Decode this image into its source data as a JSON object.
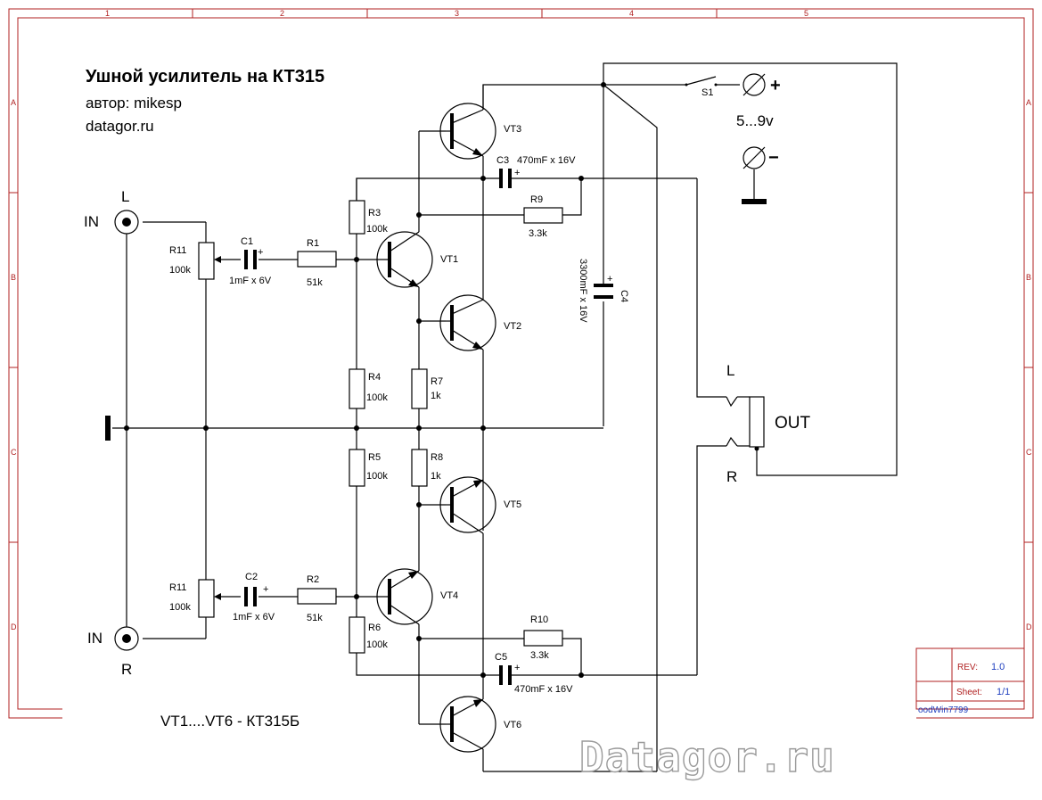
{
  "title": "Ушной усилитель на КТ315",
  "author": "автор: mikesp",
  "site": "datagor.ru",
  "footer_note": "VT1....VT6 -  КТ315Б",
  "watermark": "Datagor.ru",
  "frame": {
    "columns": [
      "1",
      "2",
      "3",
      "4",
      "5"
    ],
    "rows": [
      "A",
      "B",
      "C",
      "D"
    ]
  },
  "title_block": {
    "rev_label": "REV:",
    "rev_value": "1.0",
    "sheet_label": "Sheet:",
    "sheet_value": "1/1",
    "author_text": "oodWin7799"
  },
  "power": {
    "switch": "S1",
    "voltage": "5...9v",
    "plus": "+",
    "minus": "−"
  },
  "inputs": {
    "in_label": "IN",
    "left": "L",
    "right": "R"
  },
  "output": {
    "label": "OUT",
    "left": "L",
    "right": "R"
  },
  "components": {
    "r11_top": {
      "ref": "R11",
      "value": "100k"
    },
    "r11_bot": {
      "ref": "R11",
      "value": "100k"
    },
    "c1": {
      "ref": "C1",
      "value": "1mF x 6V"
    },
    "c2": {
      "ref": "C2",
      "value": "1mF x 6V"
    },
    "r1": {
      "ref": "R1",
      "value": "51k"
    },
    "r2": {
      "ref": "R2",
      "value": "51k"
    },
    "r3": {
      "ref": "R3",
      "value": "100k"
    },
    "r4": {
      "ref": "R4",
      "value": "100k"
    },
    "r5": {
      "ref": "R5",
      "value": "100k"
    },
    "r6": {
      "ref": "R6",
      "value": "100k"
    },
    "r7": {
      "ref": "R7",
      "value": "1k"
    },
    "r8": {
      "ref": "R8",
      "value": "1k"
    },
    "r9": {
      "ref": "R9",
      "value": "3.3k"
    },
    "r10": {
      "ref": "R10",
      "value": "3.3k"
    },
    "c3": {
      "ref": "C3",
      "value": "470mF x 16V"
    },
    "c4": {
      "ref": "C4",
      "value": "3300mF x 16V"
    },
    "c5": {
      "ref": "C5",
      "value": "470mF x 16V"
    },
    "vt1": "VT1",
    "vt2": "VT2",
    "vt3": "VT3",
    "vt4": "VT4",
    "vt5": "VT5",
    "vt6": "VT6",
    "plus_mark": "+"
  }
}
